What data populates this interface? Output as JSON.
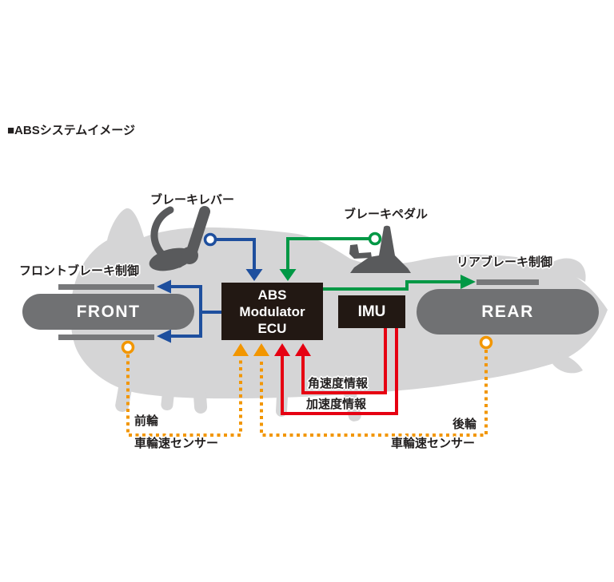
{
  "title": "■ABSシステムイメージ",
  "nodes": {
    "abs_modulator_ecu": {
      "lines": [
        "ABS",
        "Modulator",
        "ECU"
      ]
    },
    "imu": {
      "label": "IMU"
    },
    "front_wheel": {
      "label": "FRONT"
    },
    "rear_wheel": {
      "label": "REAR"
    }
  },
  "labels": {
    "brake_lever": "ブレーキレバー",
    "brake_pedal": "ブレーキペダル",
    "front_brake_control": "フロントブレーキ制御",
    "rear_brake_control": "リアブレーキ制御",
    "angular_velocity_info": "角速度情報",
    "acceleration_info": "加速度情報",
    "front_sensor_wheel": "前輪",
    "front_sensor_name": "車輪速センサー",
    "rear_sensor_wheel": "後輪",
    "rear_sensor_name": "車輪速センサー"
  },
  "icons": [
    {
      "name": "brake-lever-icon",
      "shape": "svg-silhouette"
    },
    {
      "name": "brake-pedal-icon",
      "shape": "svg-silhouette"
    },
    {
      "name": "motorcycle-silhouette",
      "shape": "svg-silhouette"
    },
    {
      "name": "connector-dot",
      "shape": "open-circle"
    }
  ],
  "connections": [
    {
      "from": "brake-lever",
      "to": "abs-modulator-ecu",
      "style": "solid",
      "color_key": "brake_input_blue"
    },
    {
      "from": "abs-modulator-ecu",
      "to": "front-wheel-brake",
      "label": "フロントブレーキ制御",
      "style": "solid",
      "color_key": "brake_input_blue"
    },
    {
      "from": "brake-pedal",
      "to": "abs-modulator-ecu",
      "style": "solid",
      "color_key": "rear_brake_green"
    },
    {
      "from": "abs-modulator-ecu",
      "to": "rear-wheel-brake",
      "label": "リアブレーキ制御",
      "style": "solid",
      "color_key": "rear_brake_green"
    },
    {
      "from": "imu",
      "to": "abs-modulator-ecu",
      "label": "角速度情報",
      "style": "solid",
      "color_key": "imu_red"
    },
    {
      "from": "imu",
      "to": "abs-modulator-ecu",
      "label": "加速度情報",
      "style": "solid",
      "color_key": "imu_red"
    },
    {
      "from": "front-wheel-speed-sensor",
      "to": "abs-modulator-ecu",
      "label": "前輪 車輪速センサー",
      "style": "dotted",
      "color_key": "sensor_orange"
    },
    {
      "from": "rear-wheel-speed-sensor",
      "to": "abs-modulator-ecu",
      "label": "後輪 車輪速センサー",
      "style": "dotted",
      "color_key": "sensor_orange"
    }
  ],
  "colors": {
    "brake_input_blue": "#1e4f9e",
    "rear_brake_green": "#009845",
    "imu_red": "#e60012",
    "sensor_orange": "#f29600",
    "body_gray": "#d5d5d6",
    "component_gray": "#595a5c",
    "wheel_gray": "#707173",
    "bar_gray": "#77787a",
    "box_black": "#221813",
    "text_black": "#221f1f"
  }
}
